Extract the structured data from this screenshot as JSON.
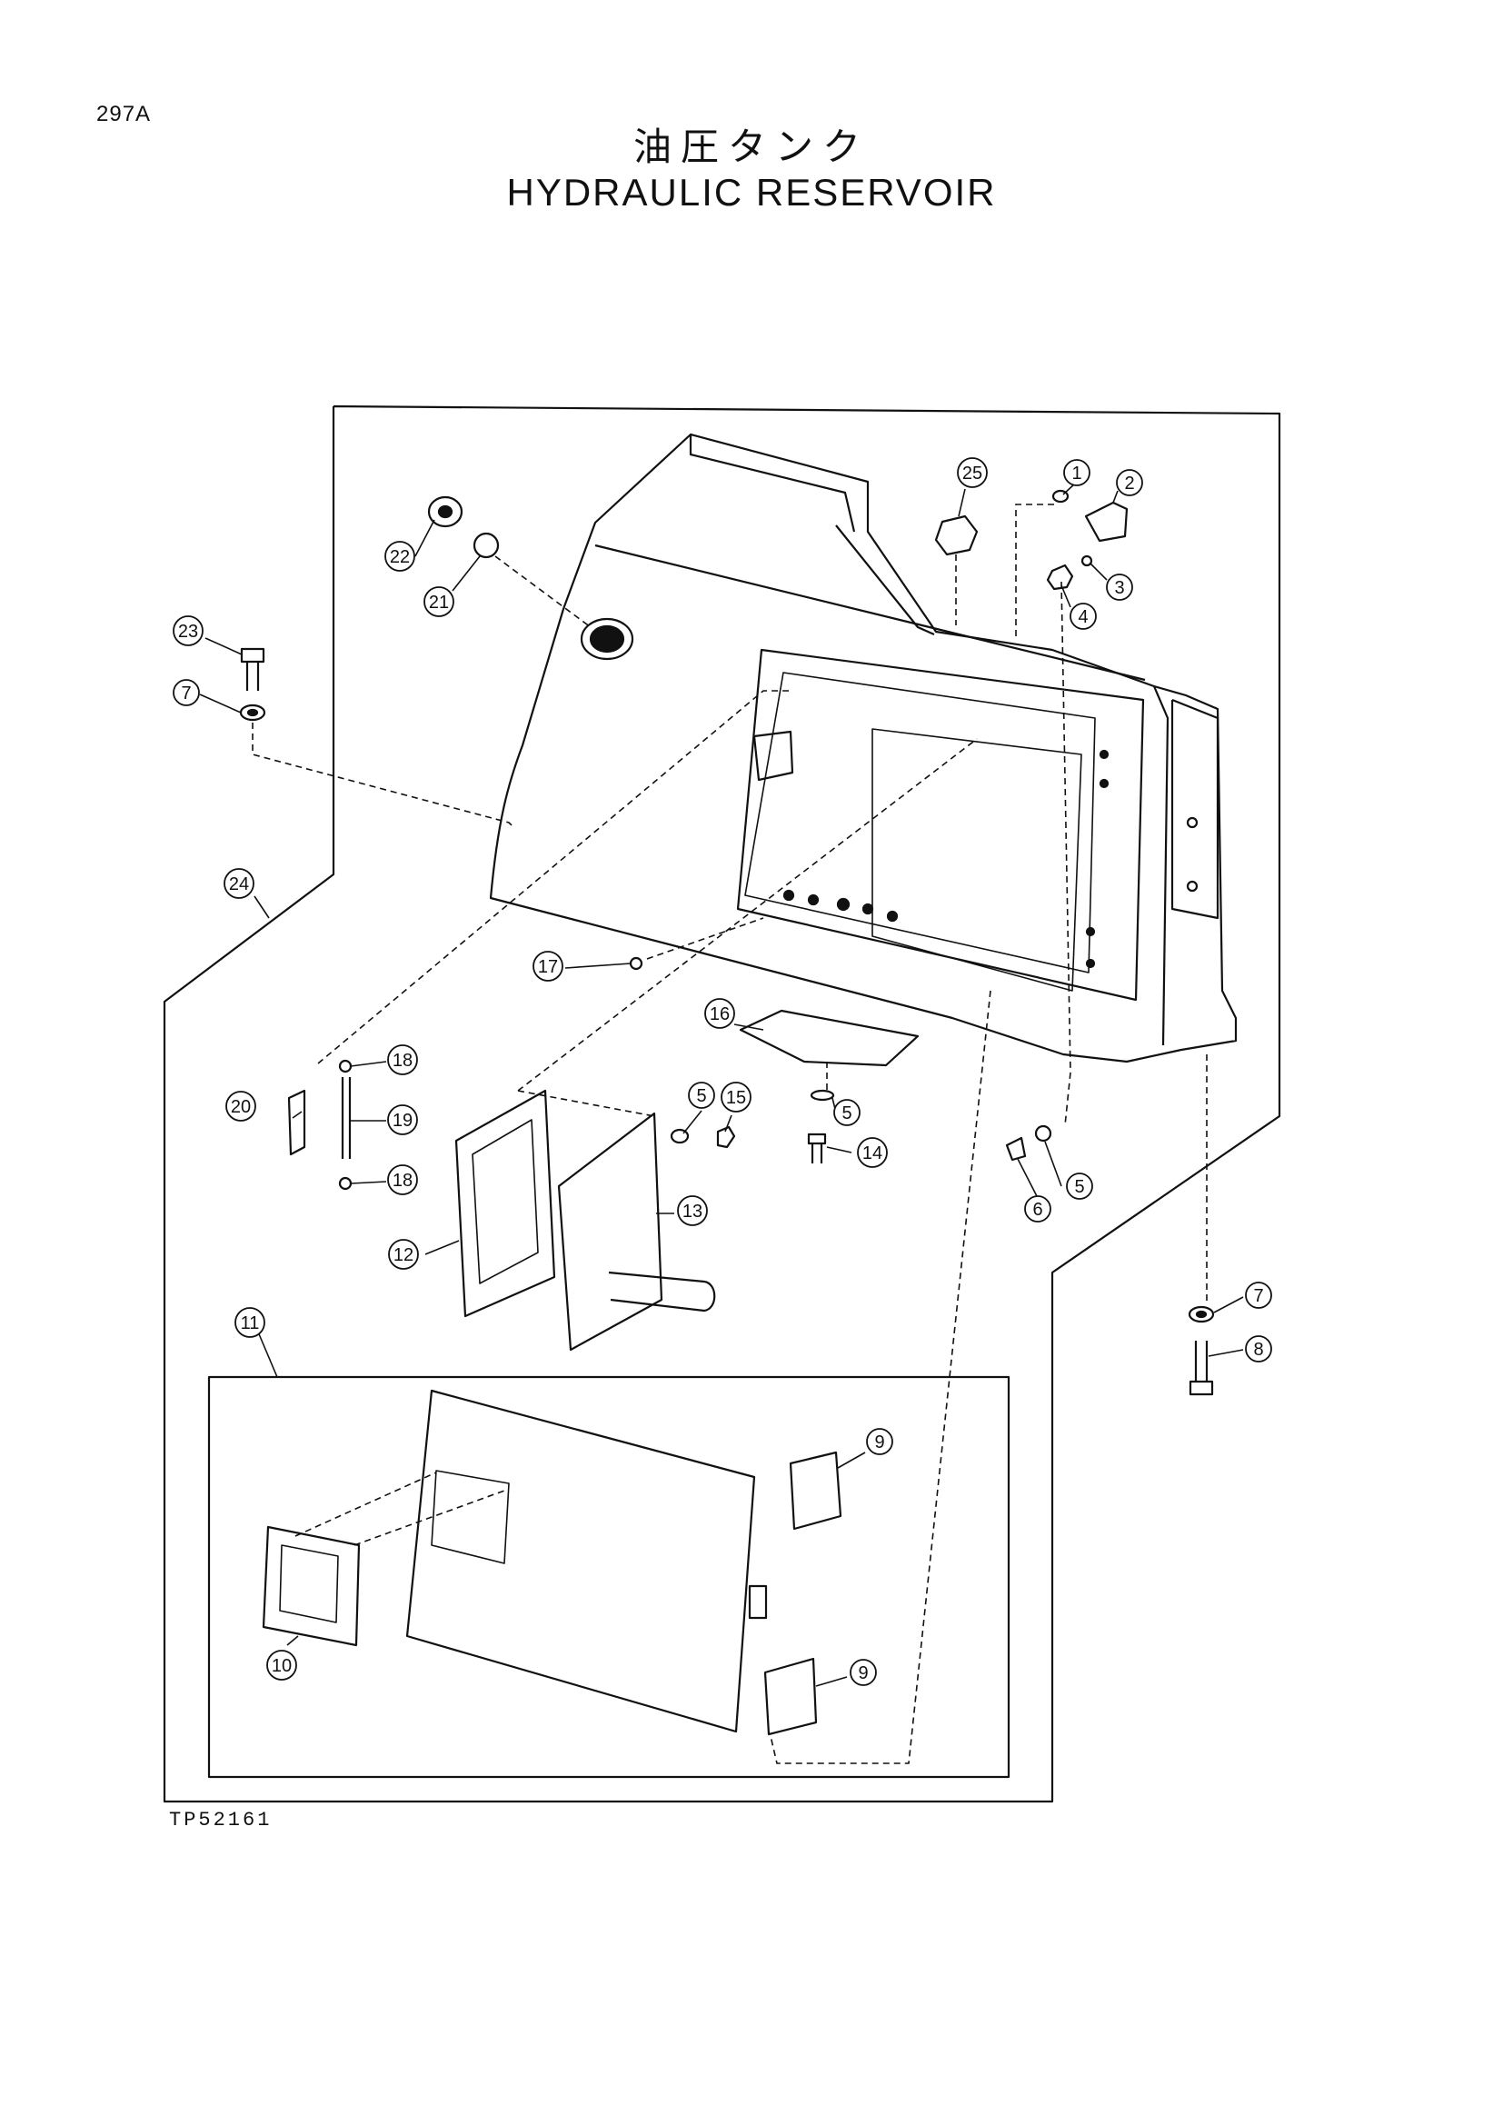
{
  "header": {
    "page_id": "297A",
    "title_jp": "油圧タンク",
    "title_en": "HYDRAULIC RESERVOIR"
  },
  "footer": {
    "drawing_number": "TP52161"
  },
  "callouts": [
    {
      "id": "c1",
      "label": "1"
    },
    {
      "id": "c2",
      "label": "2"
    },
    {
      "id": "c3",
      "label": "3"
    },
    {
      "id": "c4",
      "label": "4"
    },
    {
      "id": "c5a",
      "label": "5"
    },
    {
      "id": "c5b",
      "label": "5"
    },
    {
      "id": "c5c",
      "label": "5"
    },
    {
      "id": "c6",
      "label": "6"
    },
    {
      "id": "c7a",
      "label": "7"
    },
    {
      "id": "c7b",
      "label": "7"
    },
    {
      "id": "c8",
      "label": "8"
    },
    {
      "id": "c9a",
      "label": "9"
    },
    {
      "id": "c9b",
      "label": "9"
    },
    {
      "id": "c10",
      "label": "10"
    },
    {
      "id": "c11",
      "label": "11"
    },
    {
      "id": "c12",
      "label": "12"
    },
    {
      "id": "c13",
      "label": "13"
    },
    {
      "id": "c14",
      "label": "14"
    },
    {
      "id": "c15",
      "label": "15"
    },
    {
      "id": "c16",
      "label": "16"
    },
    {
      "id": "c17",
      "label": "17"
    },
    {
      "id": "c18a",
      "label": "18"
    },
    {
      "id": "c18b",
      "label": "18"
    },
    {
      "id": "c19",
      "label": "19"
    },
    {
      "id": "c20",
      "label": "20"
    },
    {
      "id": "c21",
      "label": "21"
    },
    {
      "id": "c22",
      "label": "22"
    },
    {
      "id": "c23",
      "label": "23"
    },
    {
      "id": "c24",
      "label": "24"
    },
    {
      "id": "c25",
      "label": "25"
    }
  ]
}
